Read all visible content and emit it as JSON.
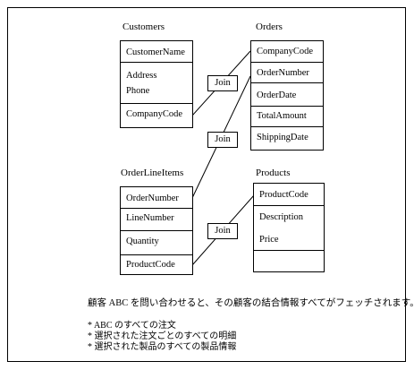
{
  "tables": {
    "customers": {
      "title": "Customers",
      "fields": [
        "CustomerName",
        "Address",
        "Phone",
        "CompanyCode"
      ]
    },
    "orders": {
      "title": "Orders",
      "fields": [
        "CompanyCode",
        "OrderNumber",
        "OrderDate",
        "TotalAmount",
        "ShippingDate"
      ]
    },
    "order_line_items": {
      "title": "OrderLineItems",
      "fields": [
        "OrderNumber",
        "LineNumber",
        "Quantity",
        "ProductCode"
      ]
    },
    "products": {
      "title": "Products",
      "fields": [
        "ProductCode",
        "Description",
        "Price"
      ]
    }
  },
  "joins": [
    "Join",
    "Join",
    "Join"
  ],
  "caption": "顧客 ABC を問い合わせると、その顧客の結合情報すべてがフェッチされます。",
  "bullets": [
    "* ABC のすべての注文",
    "* 選択された注文ごとのすべての明細",
    "* 選択された製品のすべての製品情報"
  ]
}
